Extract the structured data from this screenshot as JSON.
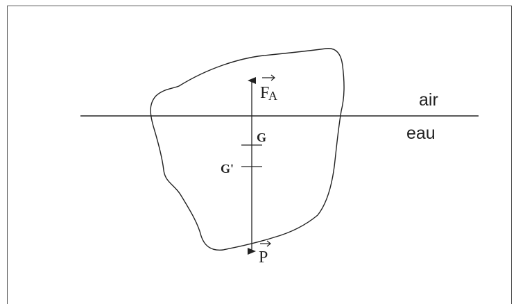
{
  "labels": {
    "air": "air",
    "water": "eau",
    "center_G": "G",
    "center_G_prime": "G'",
    "buoyancy_force": "F",
    "buoyancy_subscript": "A",
    "weight_force": "P"
  },
  "colors": {
    "ink": "#222222",
    "frame": "#555555",
    "background": "#ffffff"
  }
}
